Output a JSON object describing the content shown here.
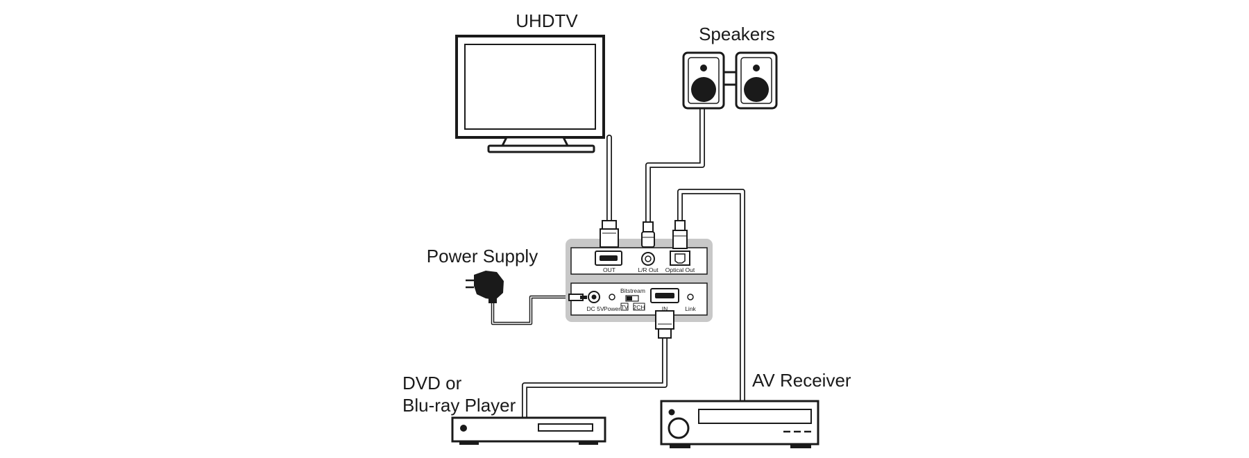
{
  "labels": {
    "tv": "UHDTV",
    "speakers": "Speakers",
    "power_supply": "Power Supply",
    "dvd_line1": "DVD or",
    "dvd_line2": "Blu-ray Player",
    "av_receiver": "AV Receiver"
  },
  "device_top_ports": {
    "out": "OUT",
    "lr_out": "L/R Out",
    "optical_out": "Optical Out"
  },
  "device_bottom_ports": {
    "dc": "DC 5V",
    "power": "Power",
    "bitstream": "Bitstream",
    "tv": "TV",
    "twoch": "2CH",
    "in": "IN",
    "link": "Link"
  },
  "colors": {
    "line": "#1a1a1a",
    "device_frame": "#c8c8c8"
  }
}
